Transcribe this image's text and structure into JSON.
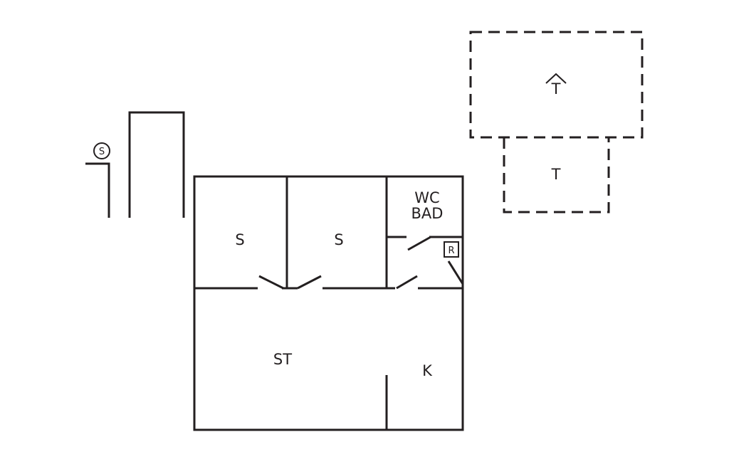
{
  "rooms": {
    "bedroom_left": "S",
    "bedroom_right": "S",
    "bathroom_line1": "WC",
    "bathroom_line2": "BAD",
    "living": "ST",
    "kitchen": "K",
    "terrace_covered": "T",
    "terrace": "T"
  },
  "symbols": {
    "outdoor_shower": "S",
    "technical_room": "R"
  },
  "icons": {
    "roof": "roof-icon",
    "shower": "shower-symbol-icon",
    "technical": "technical-room-icon"
  },
  "colors": {
    "line": "#231f20",
    "background": "#ffffff"
  }
}
